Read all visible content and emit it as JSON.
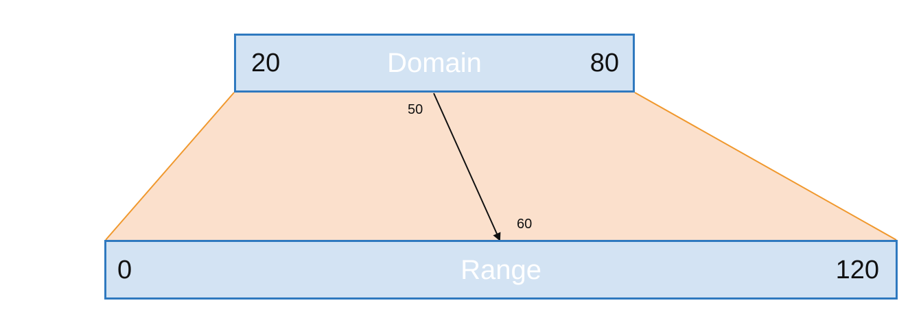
{
  "domain": {
    "title": "Domain",
    "min": "20",
    "max": "80"
  },
  "range": {
    "title": "Range",
    "min": "0",
    "max": "120"
  },
  "mapping": {
    "input": "50",
    "output": "60"
  },
  "colors": {
    "box_fill": "#d3e3f3",
    "box_border": "#2f79bf",
    "projection_fill": "#fbe0cc",
    "projection_edge": "#f0982d",
    "arrow": "#111111",
    "box_title": "#ffffff"
  }
}
